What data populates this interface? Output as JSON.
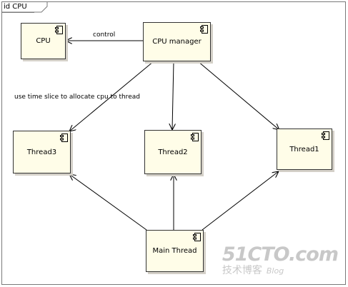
{
  "frame": {
    "title": "id CPU"
  },
  "nodes": {
    "cpu": "CPU",
    "cpu_manager": "CPU manager",
    "thread1": "Thread1",
    "thread2": "Thread2",
    "thread3": "Thread3",
    "main_thread": "Main Thread"
  },
  "edges": {
    "control": "control",
    "time_slice": "use time slice to allocate cpu to thread"
  },
  "watermark": {
    "logo": "51CTO.com",
    "subtitle": "技术博客",
    "blog": "Blog"
  },
  "colors": {
    "node_fill": "#fffde8",
    "node_border": "#333333",
    "shadow": "#d4d0c8",
    "watermark": "#c8c8c8"
  }
}
